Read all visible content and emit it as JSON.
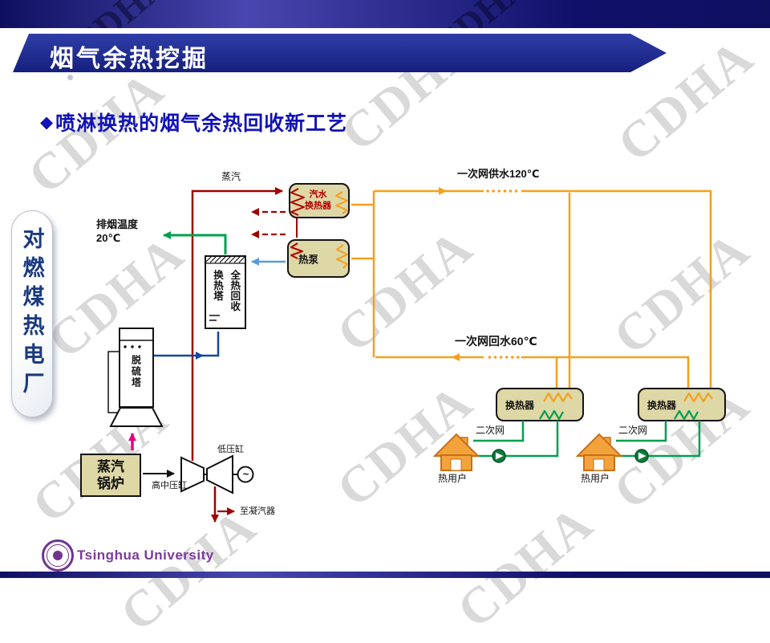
{
  "slide": {
    "header_title": "烟气余热挖掘",
    "bullet": "◆",
    "subtitle": "喷淋换热的烟气余热回收新工艺",
    "side_label": "对燃煤热电厂",
    "watermark": "CDHA",
    "footer_text": "Tsinghua University"
  },
  "diagram": {
    "steam": "蒸汽",
    "steam_water_hx": "汽水\n换热器",
    "heat_pump": "热泵",
    "recovery_tower": "全热回收换热塔",
    "exhaust_temp": "排烟温度\n20℃",
    "desulf_tower": "脱硫塔",
    "boiler": "蒸汽\n锅炉",
    "hp_cylinder": "高中压缸",
    "lp_cylinder": "低压缸",
    "generator": "~",
    "to_condenser": "至凝汽器",
    "supply_label": "一次网供水120℃",
    "return_label": "一次网回水60℃",
    "hx": "换热器",
    "secondary_net": "二次网",
    "heat_user": "热用户"
  },
  "colors": {
    "bar_navy": "#10106a",
    "banner_blue": "#1c2b90",
    "subtitle_blue": "#1113b6",
    "steam_red": "#a00000",
    "primary_orange": "#f4a01c",
    "green": "#00a04e",
    "flue_blue": "#17479e",
    "spray_blue": "#5b9bd5",
    "magenta": "#e6007e",
    "component_tan": "#ded7a6",
    "tsinghua_purple": "#7b3b9b"
  }
}
